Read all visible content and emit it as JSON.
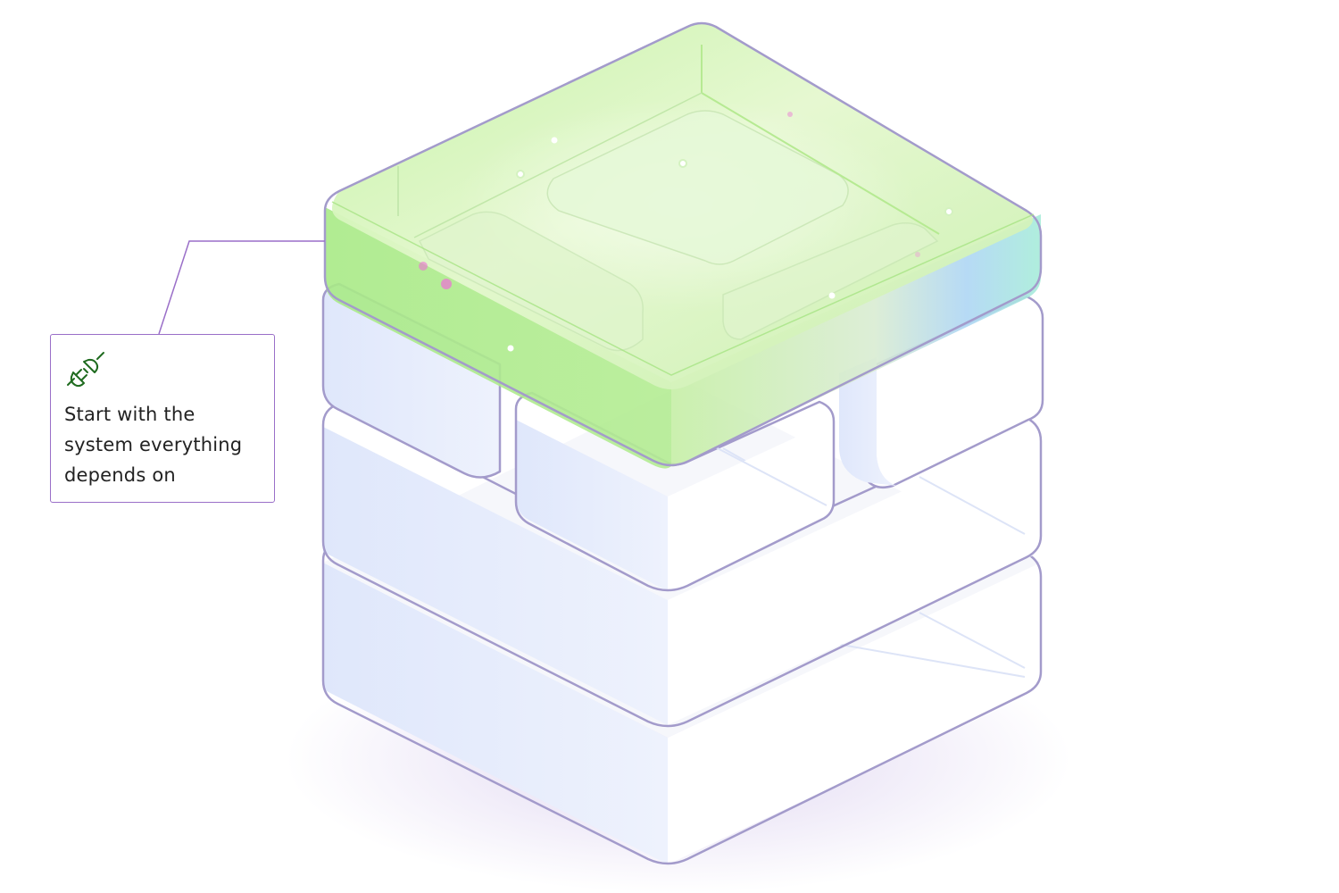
{
  "callout": {
    "text": "Start with the system everything depends on",
    "icon": "plug-icon",
    "border_color": "#9a6fc8",
    "icon_color": "#1f6b1f"
  },
  "stack": {
    "layer_count": 4,
    "highlighted_layer": "top",
    "highlight_colors": [
      "#b8f3a0",
      "#e4f7c8",
      "#a9d7f2"
    ],
    "layer_fill": "#ffffff",
    "layer_side_tint": "#dfe7fb",
    "outline_color": "#a39bcb"
  }
}
